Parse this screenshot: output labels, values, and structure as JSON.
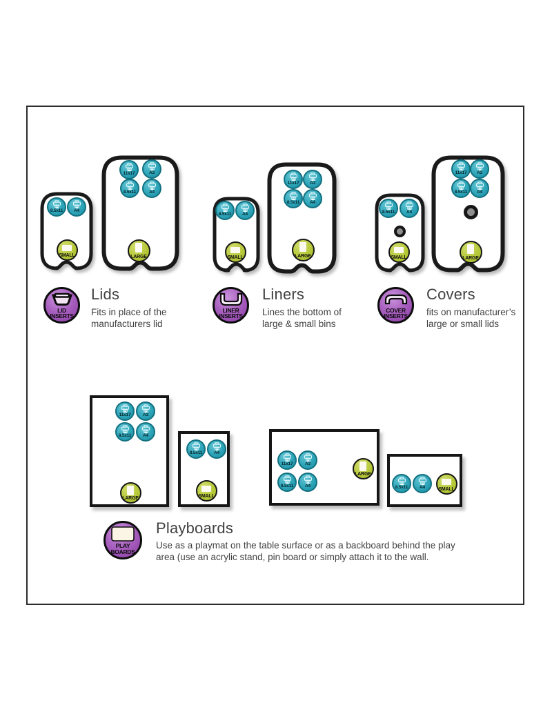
{
  "colors": {
    "teal": "#2da4b8",
    "green": "#b7c93a",
    "purple": "#9a4cb2",
    "outline": "#161616",
    "text": "#414141"
  },
  "sections": [
    {
      "heading": "Lids",
      "description": [
        "Fits in place of the",
        "manufacturers lid"
      ],
      "badge": [
        "LID",
        "INSERTS"
      ],
      "icon": "lid-inserts-icon"
    },
    {
      "heading": "Liners",
      "description": [
        "Lines the bottom of",
        "large & small bins"
      ],
      "badge": [
        "LINER",
        "INSERTS"
      ],
      "icon": "liner-inserts-icon"
    },
    {
      "heading": "Covers",
      "description": [
        "fits on manufacturer’s",
        "large or small lids"
      ],
      "badge": [
        "COVER",
        "INSERTS"
      ],
      "icon": "cover-inserts-icon"
    },
    {
      "heading": "Playboards",
      "description": [
        "Use as a playmat on the table surface or as a backboard behind the play",
        "area (use an acrylic stand, pin board or simply attach it to the wall."
      ],
      "badge": [
        "PLAY",
        "BOARDS"
      ],
      "icon": "playboards-icon"
    }
  ],
  "boards": [
    {
      "id": "lid-small",
      "kind": "lid",
      "badges": [
        "8.5x11",
        "A4"
      ],
      "size_label": "SMALL"
    },
    {
      "id": "lid-large",
      "kind": "lid",
      "badges": [
        "11x17",
        "A3",
        "8.5x11",
        "A4"
      ],
      "size_label": "LARGE"
    },
    {
      "id": "liner-small",
      "kind": "lid",
      "badges": [
        "8.5x11",
        "A4"
      ],
      "size_label": "SMALL"
    },
    {
      "id": "liner-large",
      "kind": "lid",
      "badges": [
        "11x17",
        "A3",
        "8.5x11",
        "A4"
      ],
      "size_label": "LARGE"
    },
    {
      "id": "cover-small",
      "kind": "lid",
      "hole": true,
      "badges": [
        "8.5x11",
        "A4"
      ],
      "size_label": "SMALL"
    },
    {
      "id": "cover-large",
      "kind": "lid",
      "hole": true,
      "badges": [
        "11x17",
        "A3",
        "8.5x11",
        "A4"
      ],
      "size_label": "LARGE"
    },
    {
      "id": "pb-large-portrait",
      "kind": "board",
      "badges": [
        "11x17",
        "A3",
        "8.5x11",
        "A4"
      ],
      "size_label": "LARGE"
    },
    {
      "id": "pb-small-portrait",
      "kind": "board",
      "badges": [
        "8.5x11",
        "A4"
      ],
      "size_label": "SMALL"
    },
    {
      "id": "pb-large-landscape",
      "kind": "board",
      "badges": [
        "11x17",
        "A3",
        "8.5x11",
        "A4"
      ],
      "size_label": "LARGE"
    },
    {
      "id": "pb-small-landscape",
      "kind": "board",
      "badges": [
        "8.5x11",
        "A4"
      ],
      "size_label": "SMALL"
    }
  ]
}
